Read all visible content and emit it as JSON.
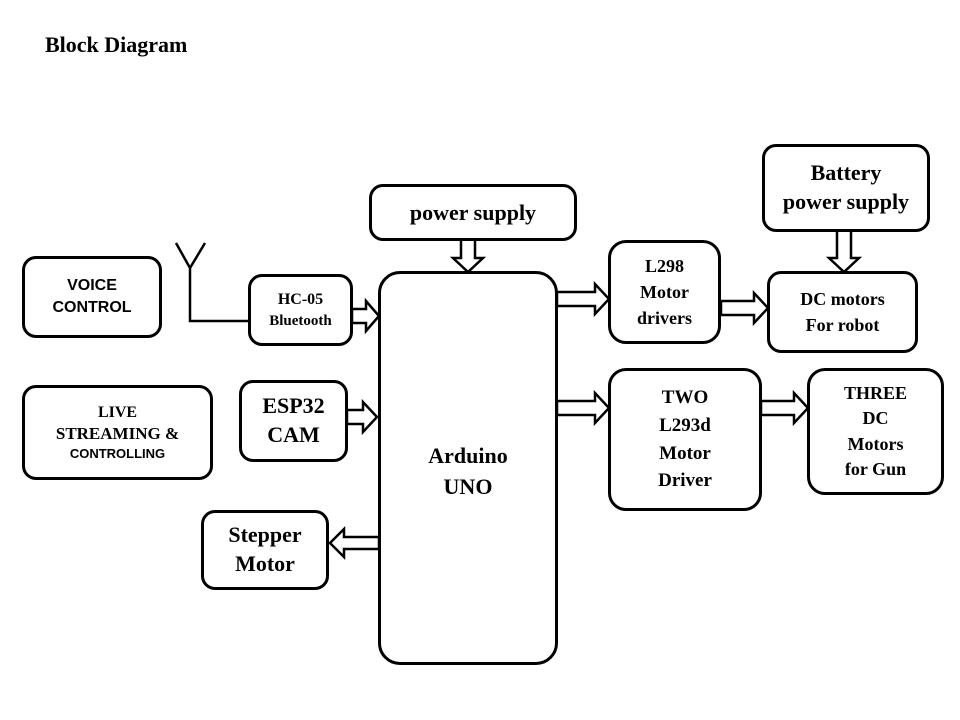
{
  "title": "Block Diagram",
  "blocks": {
    "voice_control": [
      "VOICE",
      "CONTROL"
    ],
    "live_streaming": [
      "LIVE",
      "STREAMING &",
      "CONTROLLING"
    ],
    "hc05": [
      "HC-05",
      "Bluetooth"
    ],
    "esp32": [
      "ESP32",
      "CAM"
    ],
    "stepper": [
      "Stepper",
      "Motor"
    ],
    "power_supply": [
      "power supply"
    ],
    "arduino": [
      "Arduino",
      "UNO"
    ],
    "l298": [
      "L298",
      "Motor",
      "drivers"
    ],
    "l293": [
      "TWO",
      "L293d",
      "Motor",
      "Driver"
    ],
    "battery": [
      "Battery",
      "power supply"
    ],
    "dc_robot": [
      "DC motors",
      "For robot"
    ],
    "dc_gun": [
      "THREE",
      "DC",
      "Motors",
      "for Gun"
    ]
  }
}
